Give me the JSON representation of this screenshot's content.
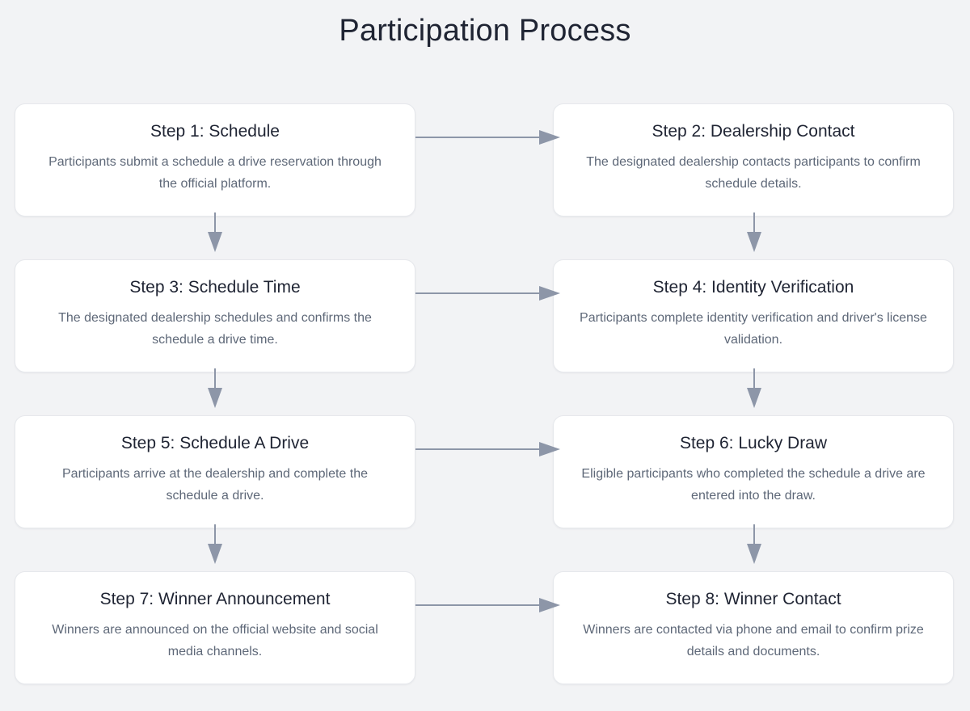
{
  "title": "Participation Process",
  "theme": {
    "background": "#f2f3f5",
    "card_background": "#ffffff",
    "card_border": "#e6e8ec",
    "title_color": "#1f2433",
    "description_color": "#5e6878",
    "connector_color": "#8d96a8"
  },
  "chart_data": {
    "type": "flowchart",
    "title": "Participation Process",
    "layout": "2-column snake, 4 rows, top-to-bottom",
    "nodes": [
      {
        "id": "step-1",
        "title": "Step 1: Schedule",
        "description": "Participants submit a schedule a drive reservation through the official platform.",
        "column": "left",
        "row": 1
      },
      {
        "id": "step-2",
        "title": "Step 2: Dealership Contact",
        "description": "The designated dealership contacts participants to confirm schedule details.",
        "column": "right",
        "row": 1
      },
      {
        "id": "step-3",
        "title": "Step 3: Schedule Time",
        "description": "The designated dealership schedules and confirms the schedule a drive time.",
        "column": "left",
        "row": 2
      },
      {
        "id": "step-4",
        "title": "Step 4: Identity Verification",
        "description": "Participants complete identity verification and driver's license validation.",
        "column": "right",
        "row": 2
      },
      {
        "id": "step-5",
        "title": "Step 5: Schedule A Drive",
        "description": "Participants arrive at the dealership and complete the schedule a drive.",
        "column": "left",
        "row": 3
      },
      {
        "id": "step-6",
        "title": "Step 6: Lucky Draw",
        "description": "Eligible participants who completed the schedule a drive are entered into the draw.",
        "column": "right",
        "row": 3
      },
      {
        "id": "step-7",
        "title": "Step 7: Winner Announcement",
        "description": "Winners are announced on the official website and social media channels.",
        "column": "left",
        "row": 4
      },
      {
        "id": "step-8",
        "title": "Step 8: Winner Contact",
        "description": "Winners are contacted via phone and email to confirm prize details and documents.",
        "column": "right",
        "row": 4
      }
    ],
    "edges": [
      {
        "from": "step-1",
        "to": "step-2",
        "direction": "right"
      },
      {
        "from": "step-1",
        "to": "step-3",
        "direction": "down"
      },
      {
        "from": "step-3",
        "to": "step-4",
        "direction": "right"
      },
      {
        "from": "step-3",
        "to": "step-5",
        "direction": "down"
      },
      {
        "from": "step-5",
        "to": "step-6",
        "direction": "right"
      },
      {
        "from": "step-5",
        "to": "step-7",
        "direction": "down"
      },
      {
        "from": "step-7",
        "to": "step-8",
        "direction": "right"
      },
      {
        "from": "step-2",
        "to": "step-4",
        "direction": "down"
      },
      {
        "from": "step-4",
        "to": "step-6",
        "direction": "down"
      },
      {
        "from": "step-6",
        "to": "step-8",
        "direction": "down"
      }
    ]
  }
}
